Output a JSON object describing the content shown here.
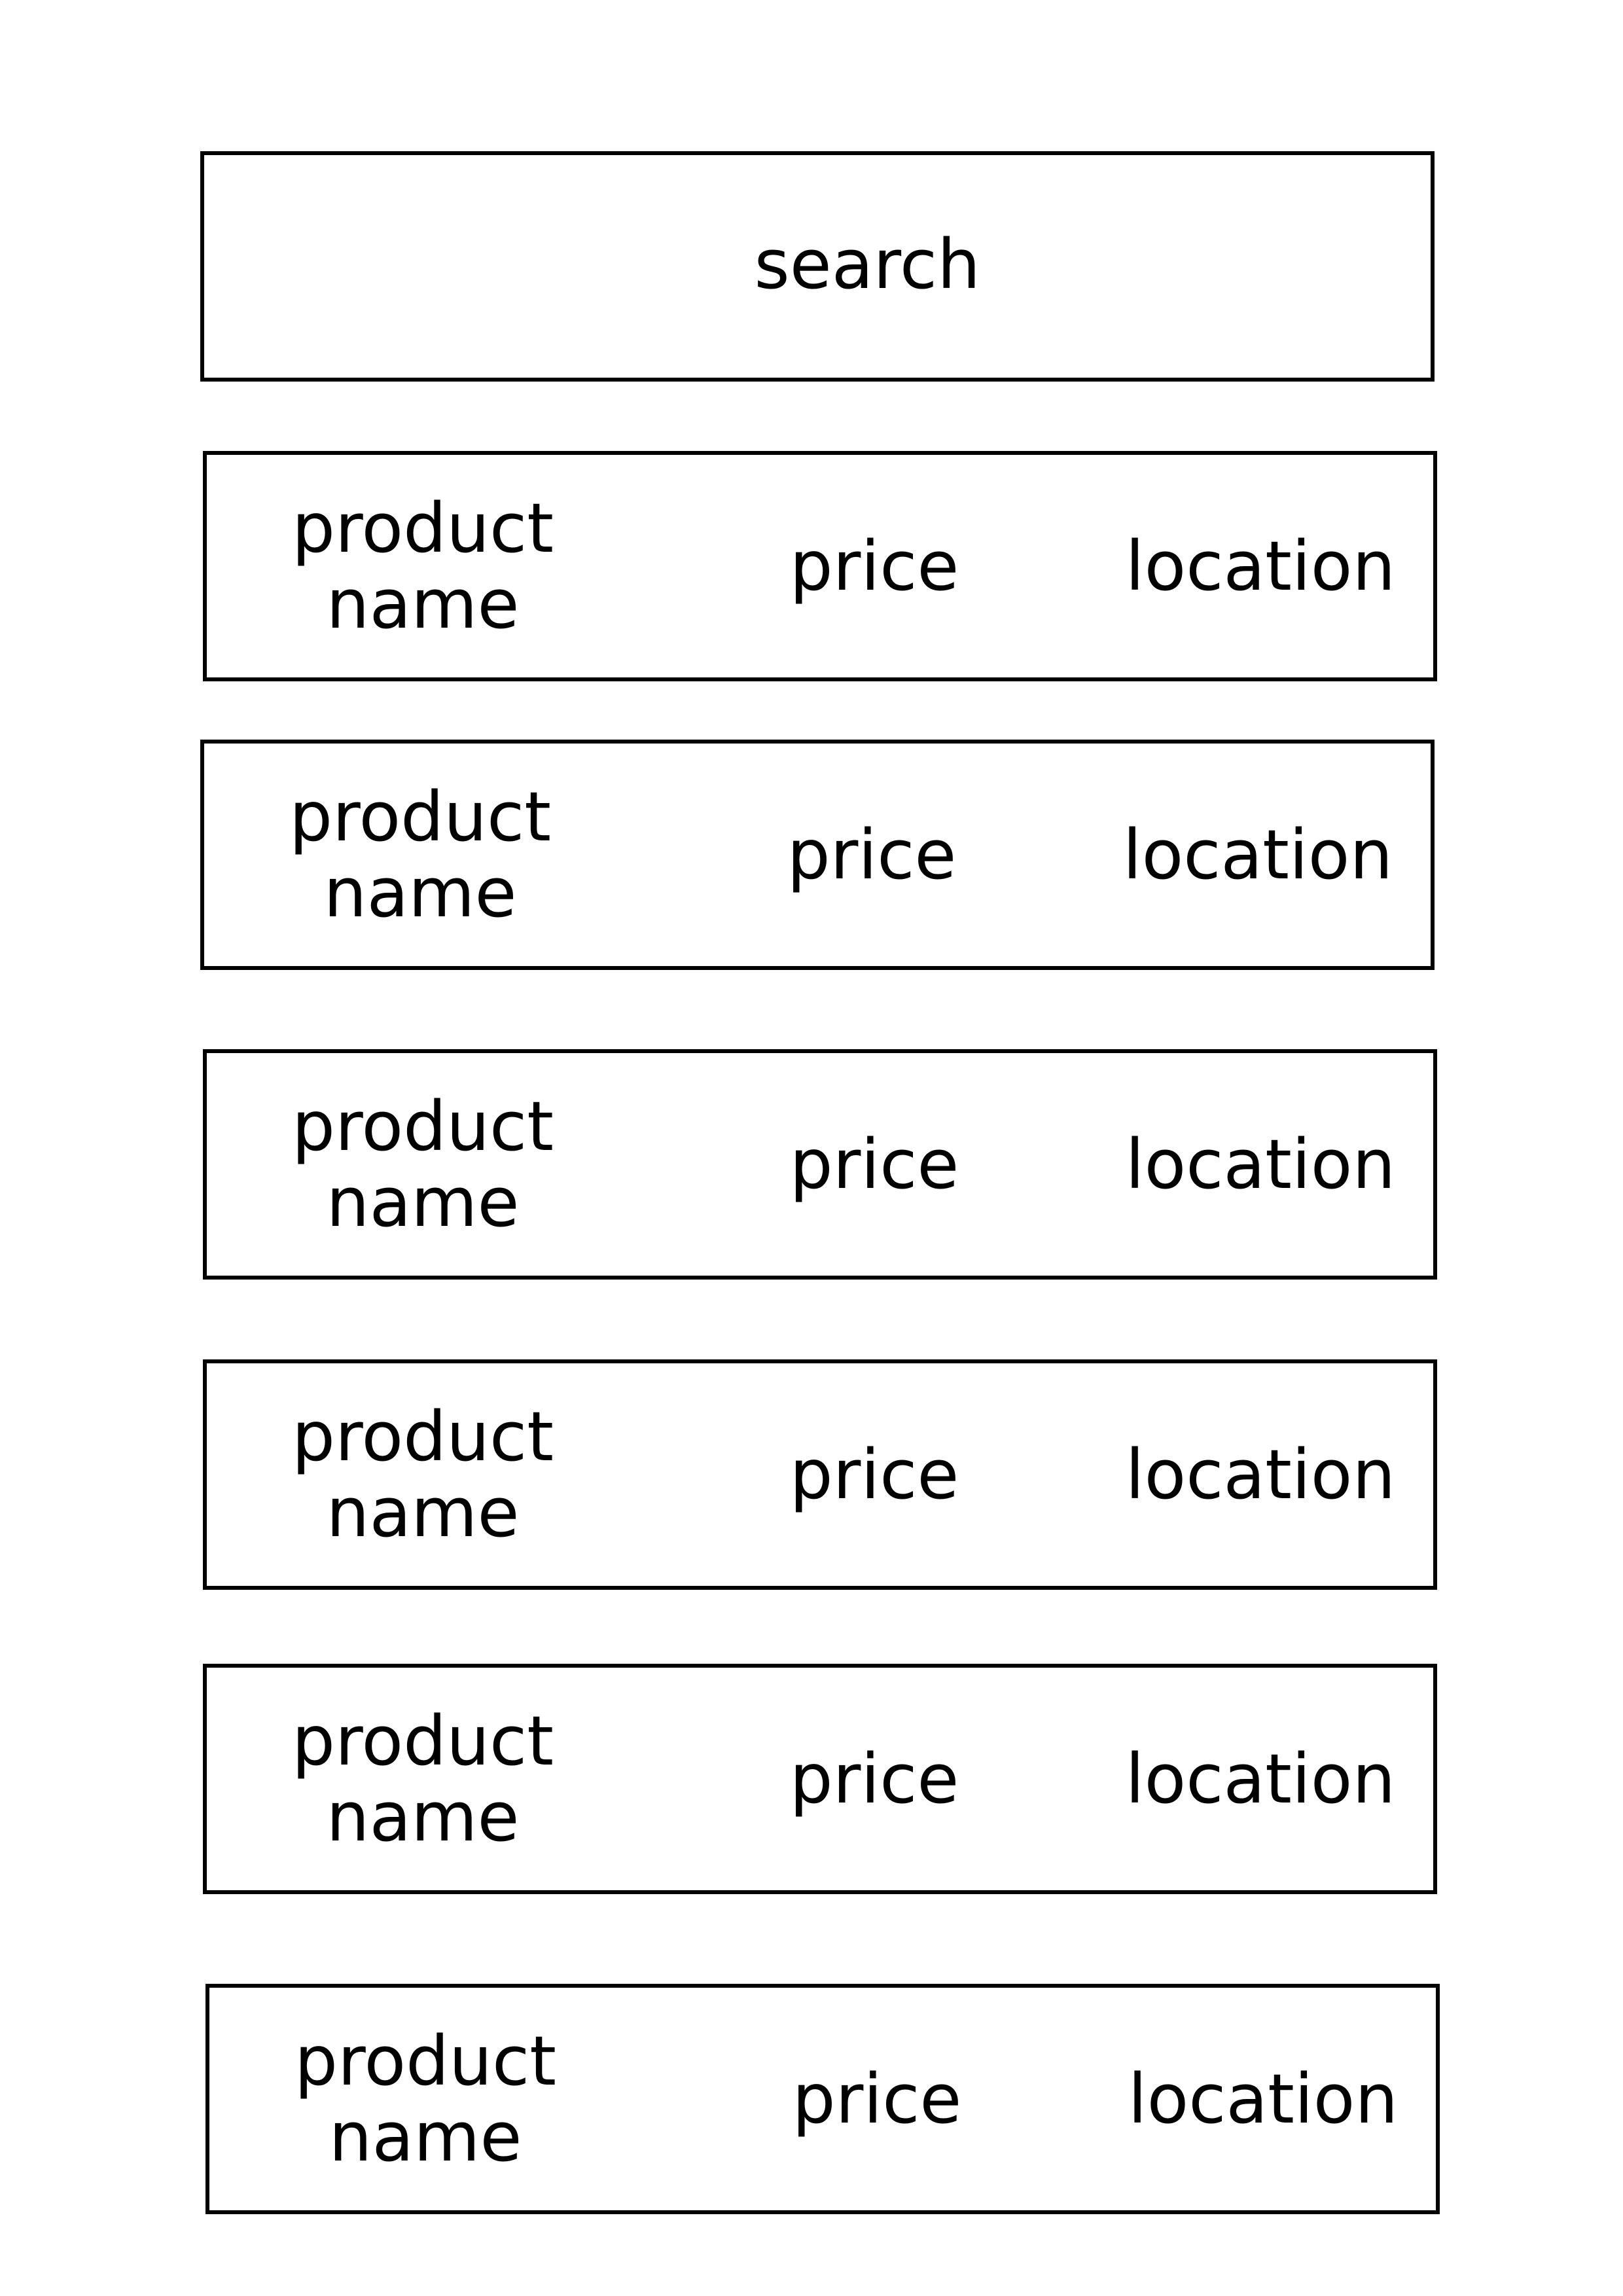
{
  "search": {
    "label": "search"
  },
  "rows": [
    {
      "name": "product name",
      "price": "price",
      "location": "location"
    },
    {
      "name": "product name",
      "price": "price",
      "location": "location"
    },
    {
      "name": "product name",
      "price": "price",
      "location": "location"
    },
    {
      "name": "product name",
      "price": "price",
      "location": "location"
    },
    {
      "name": "product name",
      "price": "price",
      "location": "location"
    },
    {
      "name": "product name",
      "price": "price",
      "location": "location"
    }
  ]
}
